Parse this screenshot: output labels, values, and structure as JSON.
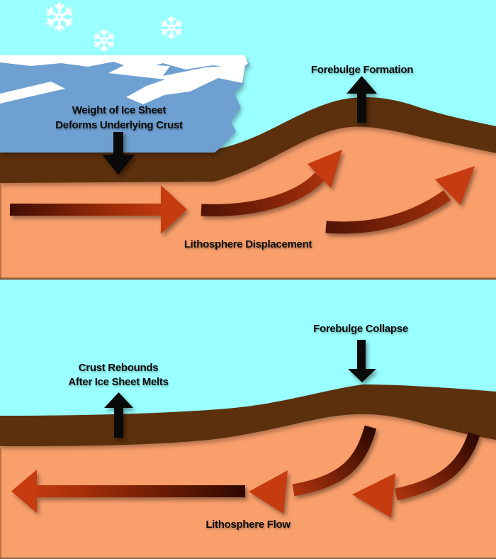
{
  "colors": {
    "sky": "#99FFFF",
    "ice_white": "#FFFFFF",
    "ice_blue": "#6FA0D2",
    "crust_brown": "#5C300D",
    "lithosphere_orange": "#F99F6C",
    "arrow_bright": "#C63B0F",
    "arrow_dark": "#330A02",
    "label_black": "#0A0A0A"
  },
  "icons": {
    "snowflake": "❄"
  },
  "panels": [
    {
      "name": "forebulge-formation",
      "labels": {
        "weight_line1": "Weight of Ice Sheet",
        "weight_line2": "Deforms Underlying Crust",
        "forebulge": "Forebulge Formation",
        "lithosphere": "Lithosphere Displacement"
      },
      "arrows": {
        "black_down": "ice weight pressing crust down",
        "black_up": "forebulge rising",
        "red": "lithosphere displaced rightward and upward"
      }
    },
    {
      "name": "forebulge-collapse",
      "labels": {
        "rebound_line1": "Crust Rebounds",
        "rebound_line2": "After Ice Sheet Melts",
        "forebulge": "Forebulge Collapse",
        "lithosphere": "Lithosphere Flow"
      },
      "arrows": {
        "black_up": "crust rebounding",
        "black_down": "forebulge collapsing",
        "red": "lithosphere flowing leftward and downward"
      }
    }
  ]
}
